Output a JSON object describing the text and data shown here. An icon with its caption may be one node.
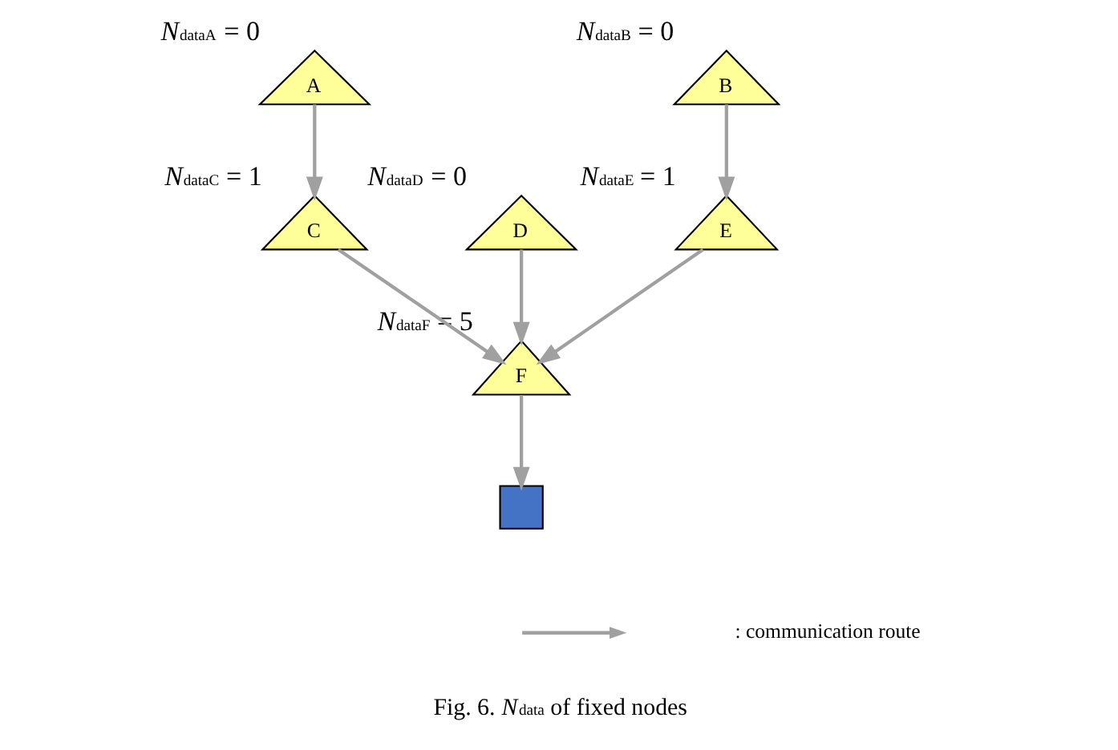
{
  "diagram": {
    "caption": "Fig. 6. *N*$_{data}$ of fixed nodes",
    "nodes": [
      {
        "text": [
          "A"
        ],
        "beside": [
          "*N*$_{dataA}$ = 0"
        ]
      },
      {
        "text": [
          "D"
        ],
        "beside": [
          "*N*$_{dataD}$ = 0"
        ]
      },
      {
        "text": [
          "C"
        ],
        "beside": [
          "*N*$_{dataC}$ = 1"
        ]
      },
      {
        "text": [
          "B"
        ],
        "beside": [
          "*N*$_{dataB}$ = 0"
        ]
      },
      {
        "text": [
          "F"
        ],
        "beside": [
          "*N*$_{dataF}$ = 5"
        ]
      },
      {
        "text": [
          "E"
        ],
        "beside": [
          "*N*$_{dataE}$ = 1"
        ]
      },
      {
        "text": [],
        "shape": "box"
      }
    ],
    "edges": [
      {
        "from": 0,
        "to": 2,
        "arrow": "to"
      },
      {
        "from": 2,
        "to": 4,
        "arrow": "to"
      },
      {
        "from": 1,
        "to": 4,
        "arrow": "to"
      },
      {
        "from": 3,
        "to": 5,
        "arrow": "to"
      },
      {
        "from": 5,
        "to": 4,
        "arrow": "to"
      },
      {
        "from": 4,
        "to": 6,
        "arrow": "to"
      }
    ],
    "legend": [
      {
        "text": ": communication route"
      }
    ]
  }
}
